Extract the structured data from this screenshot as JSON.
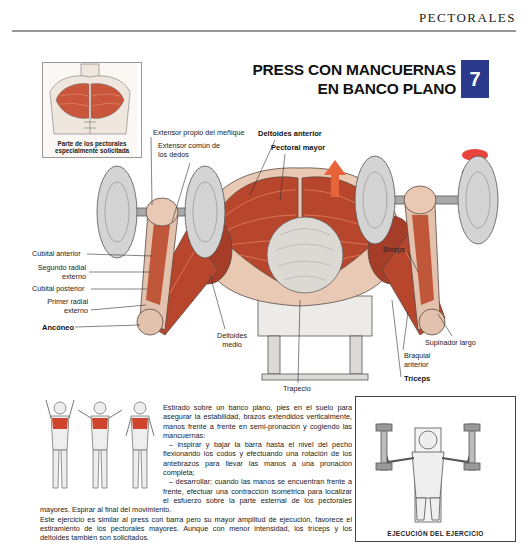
{
  "diagram": {
    "title": "PRESS CON MANCUERNAS EN BANCO PLANO",
    "nodes": [
      {
        "text": [
          "7"
        ]
      },
      {
        "text": [
          "Parte de los pectorales especialmente solicitada"
        ]
      },
      {
        "text": [
          "EJECUCIÓN DEL EJERCICIO"
        ]
      }
    ],
    "labels": [
      "PECTORALES",
      "Extensor propio del meñique",
      "Extensor común de los dedos",
      "Deltoides anterior",
      "Pectoral mayor",
      "Cubital anterior",
      "Segundo radial externo",
      "Cubital posterior",
      "Primer radial externo",
      "Ancóneo",
      "Deltoides medio",
      "Trapecio",
      "Bíceps",
      "Supinador largo",
      "Braquial anterior",
      "Tríceps",
      "Estirado sobre un banco plano, pies en el suelo para asegurar la estabilidad, brazos extendidos verticalmente, manos frente a frente en semi-pronación y cogiendo las mancuernas:",
      "– inspirar y bajar la barra hasta el nivel del pecho flexionando los codos y efectuando una rotación de los antebrazos para llevar las manos a una pronación completa;",
      "– desarrollar; cuando las manos se encuentran frente a frente, efectuar una contracción isométrica para localizar el esfuerzo sobre la parte esternal de los pectorales mayores. Espirar al final del movimiento.",
      "Este ejercicio es similar al press con barra pero su mayor amplitud de ejecución, favorece el estiramiento de los pectorales mayores. Aunque con menor intensidad, los tríceps y los deltoides también son solicitados."
    ]
  }
}
